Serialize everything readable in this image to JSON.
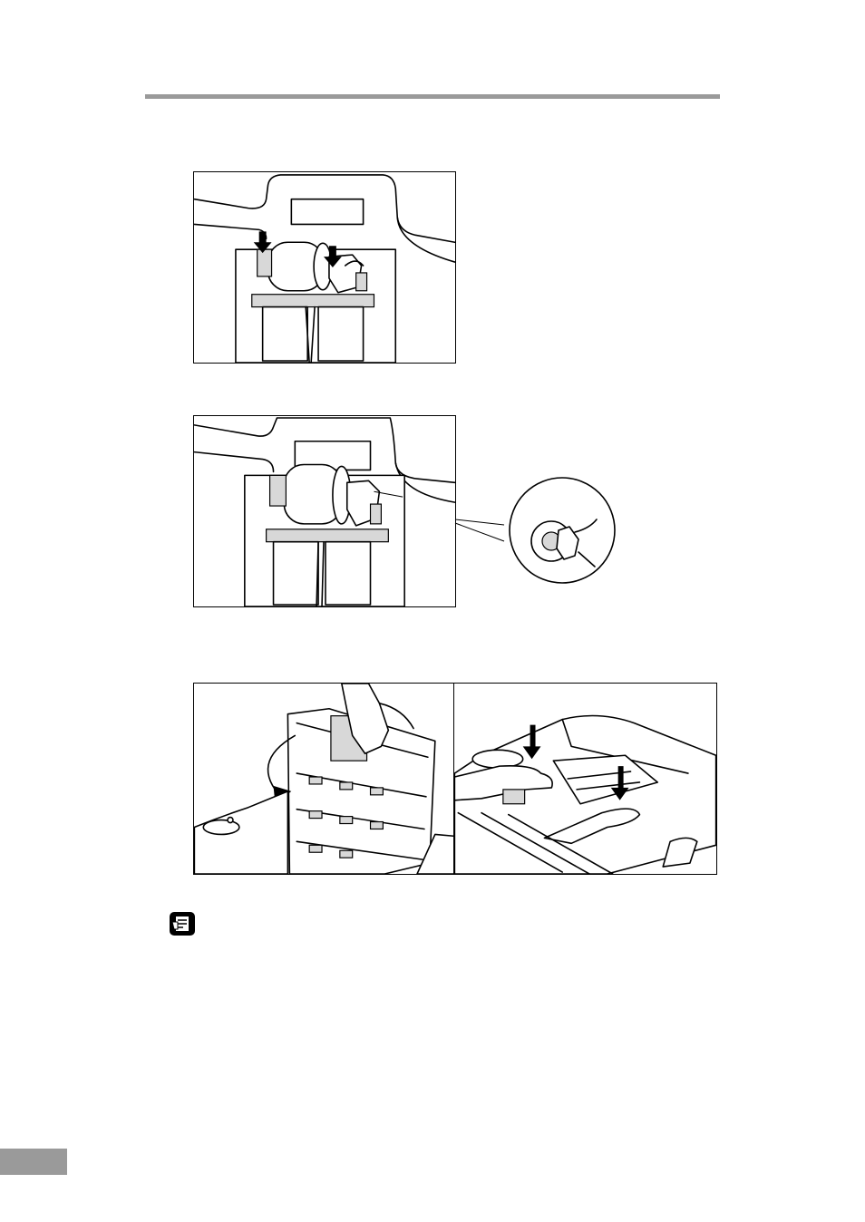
{
  "page": {
    "header_rule_color": "#9a9a9a",
    "page_tab_color": "#9a9a9a"
  },
  "figures": [
    {
      "id": "fig1",
      "depicts": "roller-removal-illustration"
    },
    {
      "id": "fig2",
      "depicts": "roller-installed-illustration-with-detail"
    },
    {
      "id": "fig3a",
      "depicts": "feed-tray-cover-closing-illustration"
    },
    {
      "id": "fig3b",
      "depicts": "feed-tray-pressing-illustration"
    }
  ],
  "icons": {
    "note": "note-icon"
  }
}
